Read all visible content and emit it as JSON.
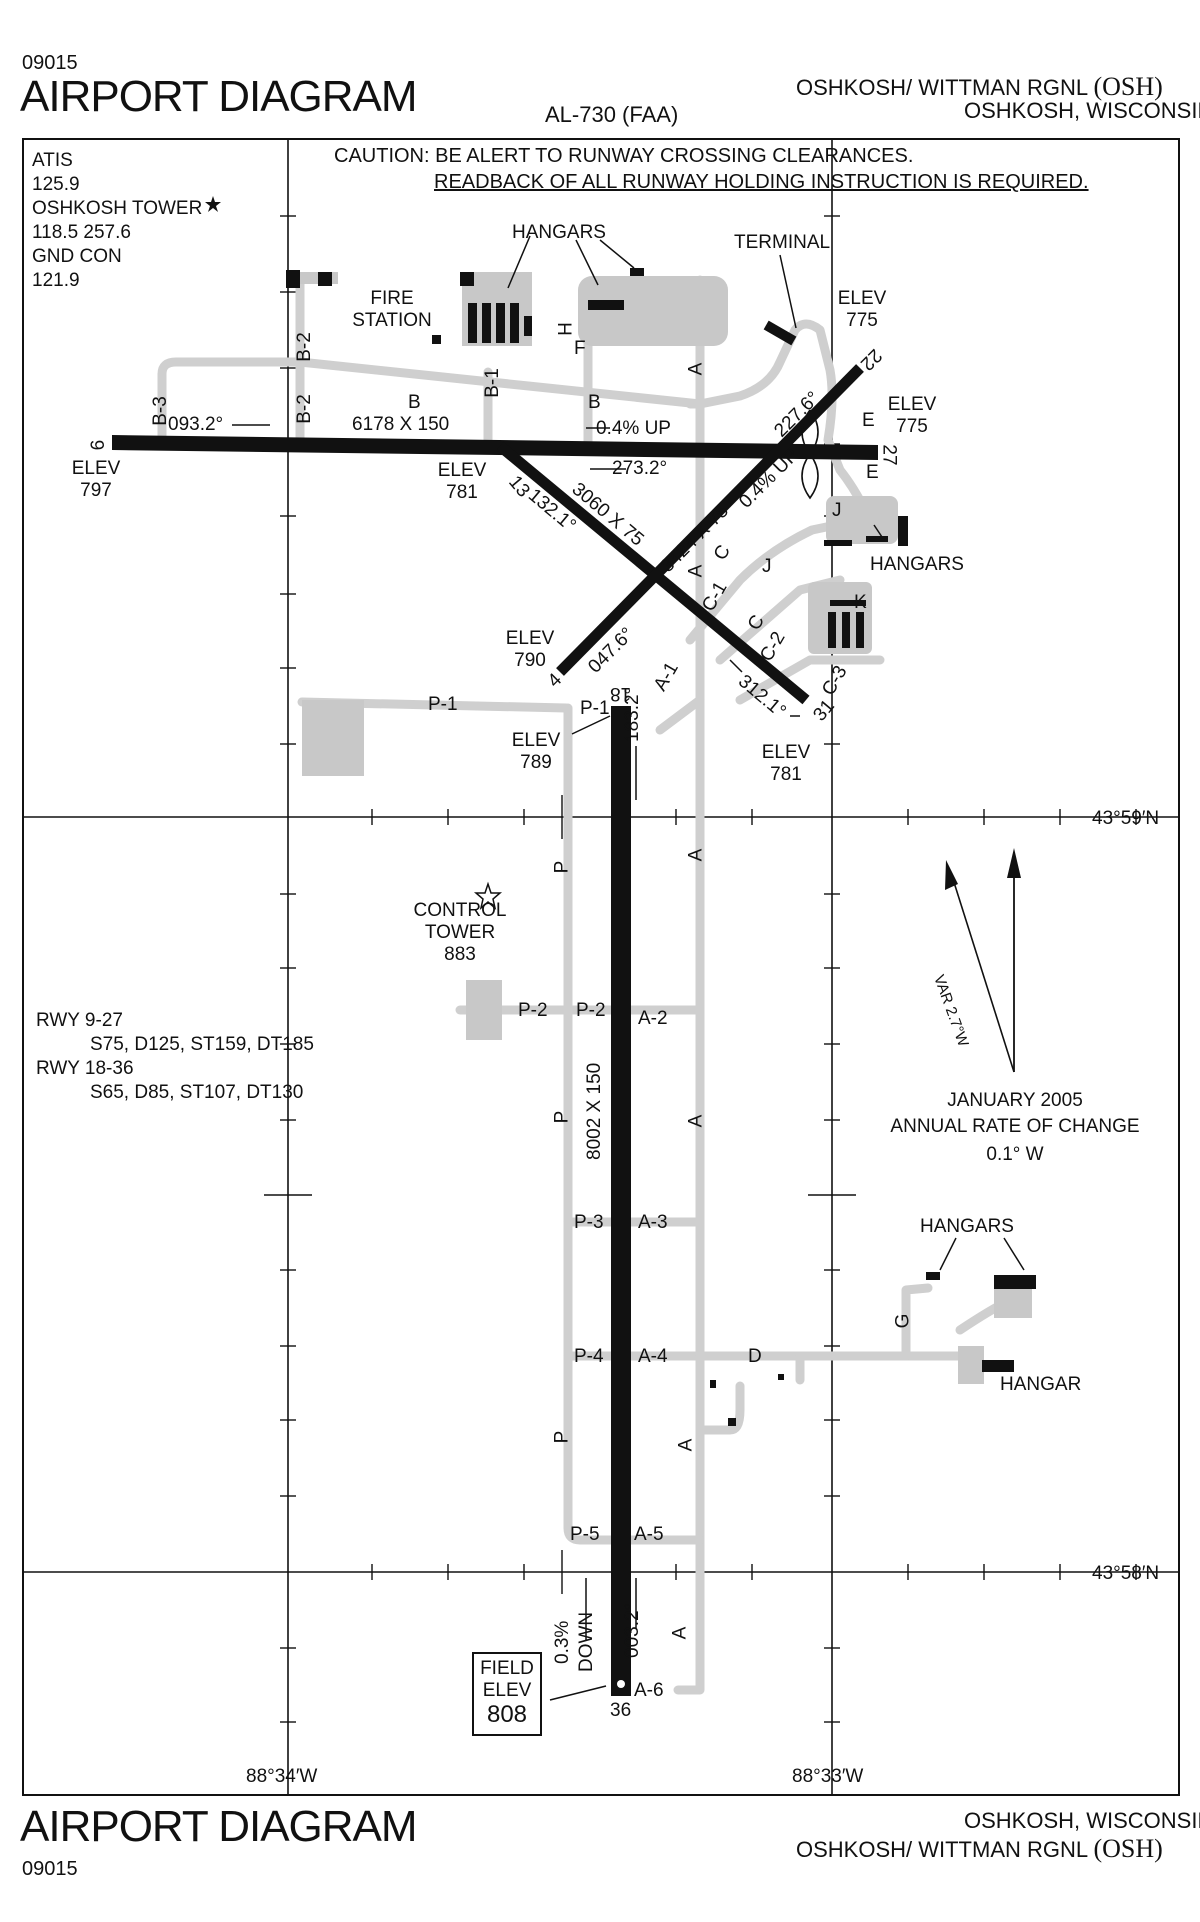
{
  "header": {
    "doc_code": "09015",
    "title": "AIRPORT DIAGRAM",
    "al_number": "AL-730 (FAA)",
    "airport_name": "OSHKOSH/ WITTMAN RGNL",
    "airport_id": "(OSH)",
    "city_state": "OSHKOSH, WISCONSIN"
  },
  "footer": {
    "doc_code": "09015",
    "title": "AIRPORT DIAGRAM",
    "city_state": "OSHKOSH, WISCONSIN",
    "airport_name": "OSHKOSH/ WITTMAN RGNL",
    "airport_id": "(OSH)"
  },
  "caution": {
    "line1": "CAUTION: BE ALERT TO RUNWAY CROSSING CLEARANCES.",
    "line2": "READBACK OF ALL RUNWAY HOLDING INSTRUCTION IS REQUIRED."
  },
  "frequencies": {
    "atis_label": "ATIS",
    "atis_freq": "125.9",
    "tower_label": "OSHKOSH TOWER",
    "tower_freq": "118.5  257.6",
    "gnd_label": "GND CON",
    "gnd_freq": "121.9"
  },
  "runway_data": {
    "rwy1_label": "RWY 9-27",
    "rwy1_strength": "S75, D125, ST159, DT185",
    "rwy2_label": "RWY 18-36",
    "rwy2_strength": "S65, D85, ST107, DT130"
  },
  "variation": {
    "var_label": "VAR 2.7°W",
    "date": "JANUARY 2005",
    "rate_label": "ANNUAL RATE OF CHANGE",
    "rate": "0.1° W"
  },
  "coordinates": {
    "lat_north": "43°59′N",
    "lat_south": "43°58′N",
    "lon_west": "88°34′W",
    "lon_east": "88°33′W"
  },
  "field_elevation": {
    "line1": "FIELD",
    "line2": "ELEV",
    "value": "808"
  },
  "runways": {
    "r9_end": "9",
    "r27_end": "27",
    "r9_27_heading_w": "093.2°",
    "r9_27_heading_e": "273.2°",
    "r9_27_dims": "6178 X 150",
    "r9_27_slope": "0.4% UP",
    "r13_end": "13",
    "r31_end": "31",
    "r13_31_heading": "132.1°",
    "r13_31_heading_rev": "312.1°",
    "r13_31_dims": "3060 X 75",
    "r4_end": "4",
    "r22_end": "22",
    "r4_22_heading": "047.6°",
    "r4_22_heading_rev": "227.6°",
    "r4_22_dims": "3424 X 75",
    "r4_22_slope": "0.4% UP",
    "r18_end": "18",
    "r36_end": "36",
    "r18_36_heading_s": "183.2°",
    "r18_36_heading_n": "003.2°",
    "r18_36_dims": "8002 X 150",
    "r18_36_slope_1": "0.3%",
    "r18_36_slope_2": "DOWN"
  },
  "elevations": {
    "elev_label": "ELEV",
    "e797": "797",
    "e781a": "781",
    "e775a": "775",
    "e775b": "775",
    "e790": "790",
    "e789": "789",
    "e781b": "781"
  },
  "facilities": {
    "hangars": "HANGARS",
    "terminal": "TERMINAL",
    "fire1": "FIRE",
    "fire2": "STATION",
    "control1": "CONTROL",
    "control2": "TOWER",
    "control_elev": "883",
    "hangars_e": "HANGARS",
    "hangars_se": "HANGARS",
    "hangar_se": "HANGAR"
  },
  "taxiways": {
    "A": "A",
    "A1": "A-1",
    "A2": "A-2",
    "A3": "A-3",
    "A4": "A-4",
    "A5": "A-5",
    "A6": "A-6",
    "B": "B",
    "B1": "B-1",
    "B2": "B-2",
    "B3": "B-3",
    "C": "C",
    "C1": "C-1",
    "C2": "C-2",
    "C3": "C-3",
    "D": "D",
    "E": "E",
    "F": "F",
    "G": "G",
    "H": "H",
    "J": "J",
    "K": "K",
    "P": "P",
    "P1": "P-1",
    "P2": "P-2",
    "P3": "P-3",
    "P4": "P-4",
    "P5": "P-5"
  },
  "colors": {
    "runway": "#111111",
    "taxiway": "#cfcfcf",
    "apron": "#c8c8c8",
    "building": "#111111",
    "background": "#ffffff"
  }
}
